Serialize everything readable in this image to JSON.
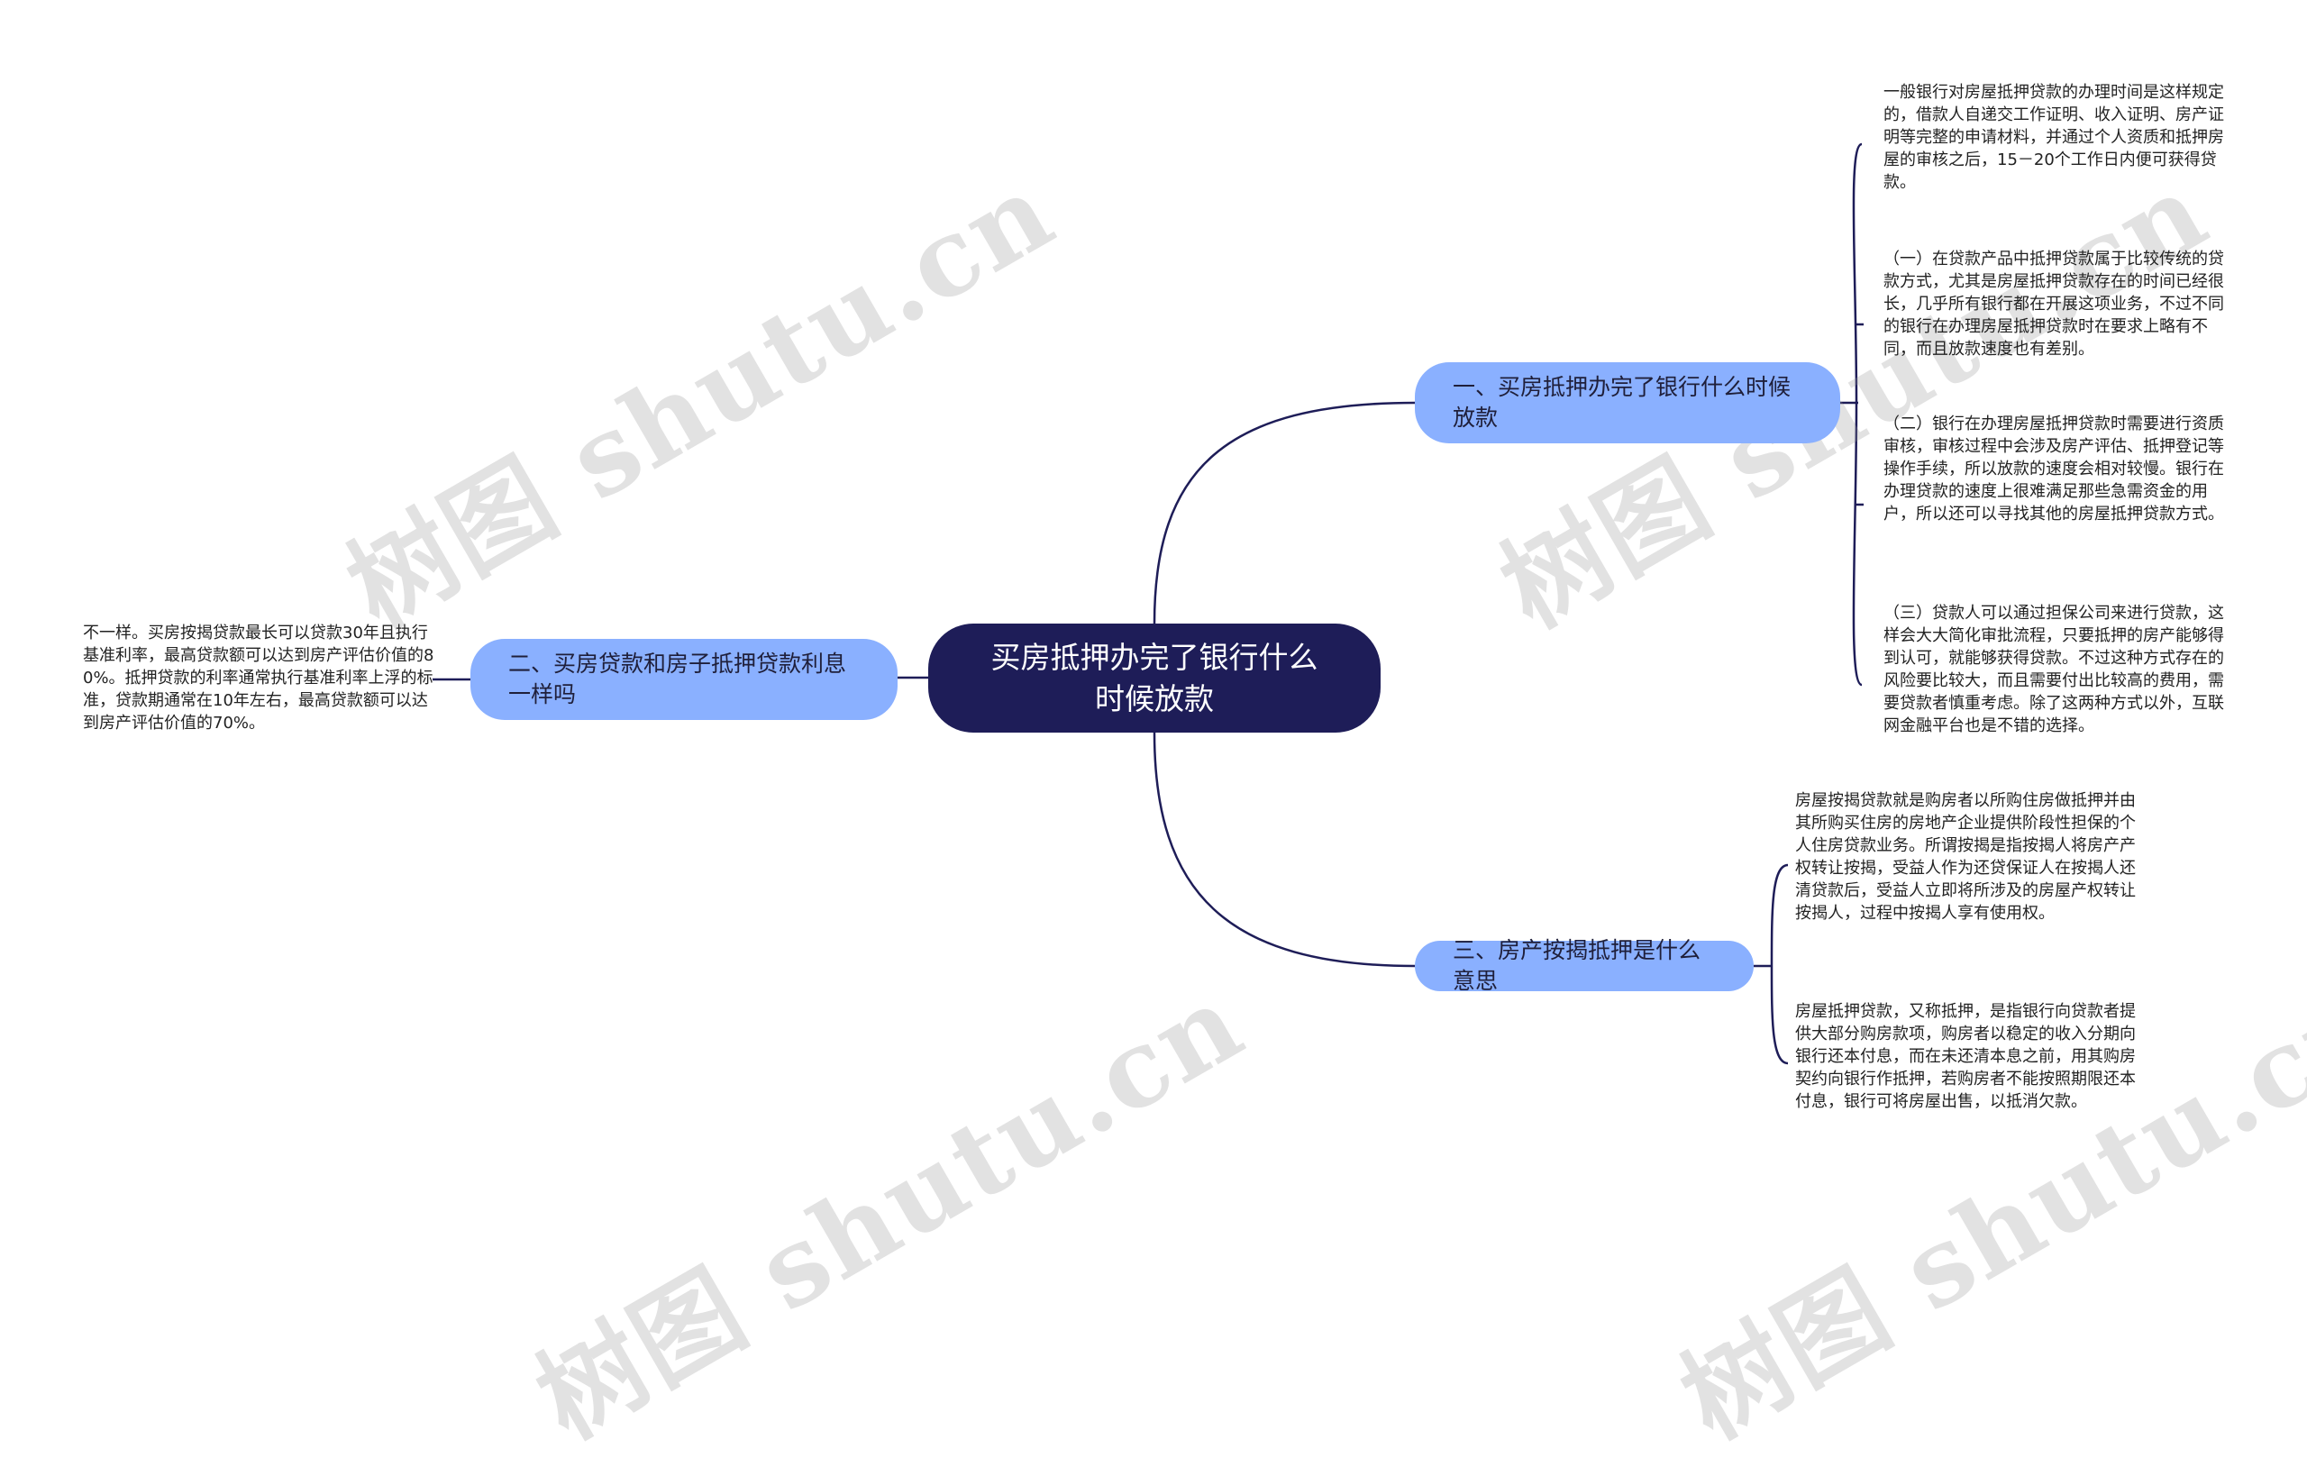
{
  "watermarks": [
    "树图 shutu.cn",
    "树图 shutu.cn",
    "树图 shutu.cn",
    "树图 shutu.cn"
  ],
  "root": {
    "label": "买房抵押办完了银行什么时候放款"
  },
  "branches": [
    {
      "label": "一、买房抵押办完了银行什么时候放款",
      "leaves": [
        "一般银行对房屋抵押贷款的办理时间是这样规定的，借款人自递交工作证明、收入证明、房产证明等完整的申请材料，并通过个人资质和抵押房屋的审核之后，15－20个工作日内便可获得贷款。",
        "（一）在贷款产品中抵押贷款属于比较传统的贷款方式，尤其是房屋抵押贷款存在的时间已经很长，几乎所有银行都在开展这项业务，不过不同的银行在办理房屋抵押贷款时在要求上略有不同，而且放款速度也有差别。",
        "（二）银行在办理房屋抵押贷款时需要进行资质审核，审核过程中会涉及房产评估、抵押登记等操作手续，所以放款的速度会相对较慢。银行在办理贷款的速度上很难满足那些急需资金的用户，所以还可以寻找其他的房屋抵押贷款方式。",
        "（三）贷款人可以通过担保公司来进行贷款，这样会大大简化审批流程，只要抵押的房产能够得到认可，就能够获得贷款。不过这种方式存在的风险要比较大，而且需要付出比较高的费用，需要贷款者慎重考虑。除了这两种方式以外，互联网金融平台也是不错的选择。"
      ]
    },
    {
      "label": "二、买房贷款和房子抵押贷款利息一样吗",
      "leaves": [
        "不一样。买房按揭贷款最长可以贷款30年且执行基准利率，最高贷款额可以达到房产评估价值的80%。抵押贷款的利率通常执行基准利率上浮的标准，贷款期通常在10年左右，最高贷款额可以达到房产评估价值的70%。"
      ]
    },
    {
      "label": "三、房产按揭抵押是什么意思",
      "leaves": [
        "房屋按揭贷款就是购房者以所购住房做抵押并由其所购买住房的房地产企业提供阶段性担保的个人住房贷款业务。所谓按揭是指按揭人将房产产权转让按揭，受益人作为还贷保证人在按揭人还清贷款后，受益人立即将所涉及的房屋产权转让按揭人，过程中按揭人享有使用权。",
        "房屋抵押贷款，又称抵押，是指银行向贷款者提供大部分购房款项，购房者以稳定的收入分期向银行还本付息，而在未还清本息之前，用其购房契约向银行作抵押，若购房者不能按照期限还本付息，银行可将房屋出售，以抵消欠款。"
      ]
    }
  ],
  "colors": {
    "root_bg": "#1e1d58",
    "branch_bg": "#8ab0ff",
    "connector": "#1e1d58",
    "watermark": "#a0a0a0"
  }
}
